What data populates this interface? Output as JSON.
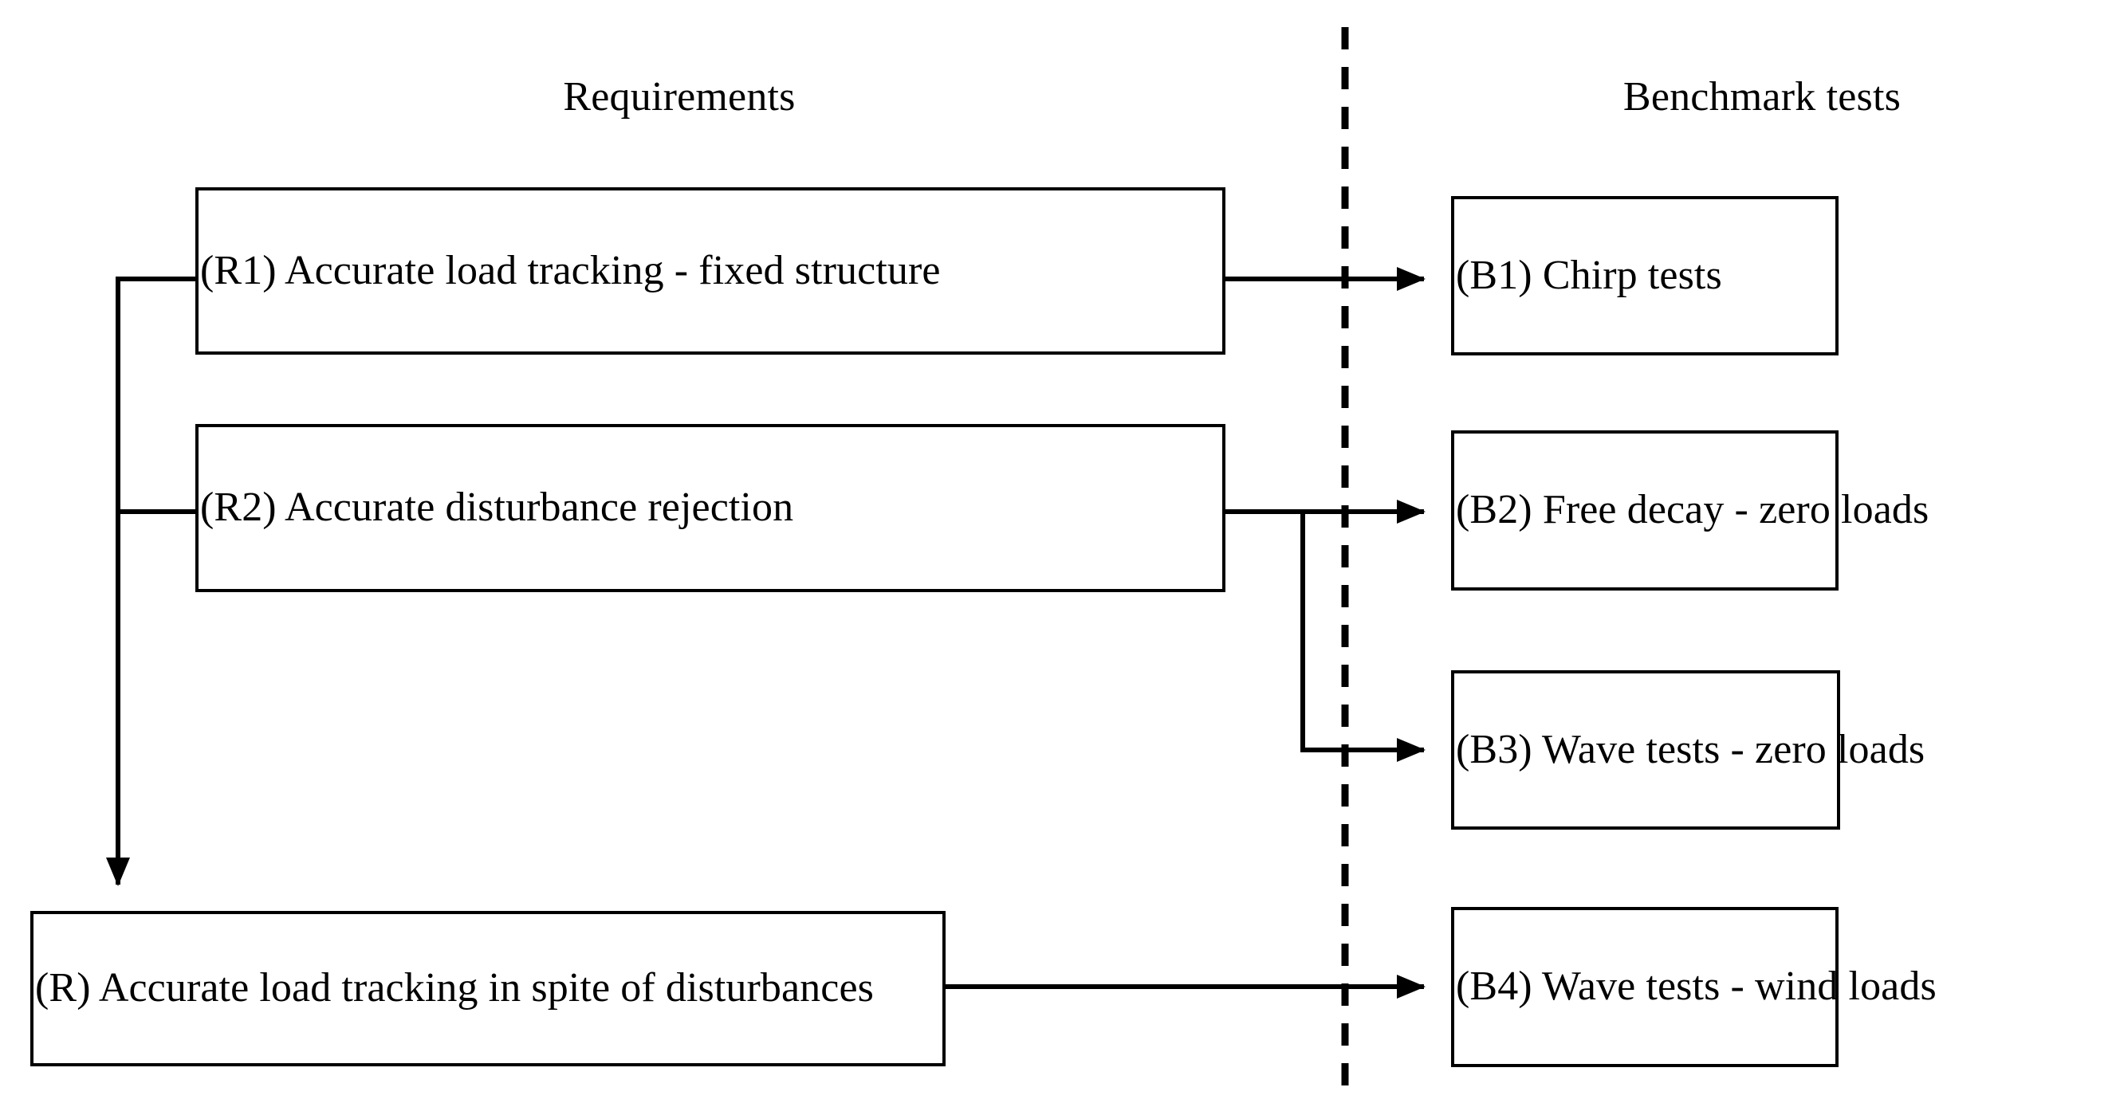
{
  "diagram": {
    "title": "Requirements traceability to benchmark tests",
    "columns": [
      {
        "id": "requirements",
        "label": "Requirements"
      },
      {
        "id": "benchmark-tests",
        "label": "Benchmark tests"
      }
    ],
    "divider": {
      "style": "dashed",
      "orientation": "vertical",
      "color": "#000000"
    },
    "colors": {
      "stroke": "#000000",
      "fill": "#ffffff",
      "background": "#ffffff"
    },
    "requirements": [
      {
        "id": "R1",
        "tag": "(R1)",
        "label": "(R1) Accurate load tracking - fixed structure"
      },
      {
        "id": "R2",
        "tag": "(R2)",
        "label": "(R2) Accurate disturbance rejection"
      },
      {
        "id": "R",
        "tag": "(R)",
        "label": "(R) Accurate load tracking in spite of disturbances"
      }
    ],
    "benchmark_tests": [
      {
        "id": "B1",
        "tag": "(B1)",
        "label": "(B1) Chirp tests"
      },
      {
        "id": "B2",
        "tag": "(B2)",
        "label": "(B2) Free decay - zero loads"
      },
      {
        "id": "B3",
        "tag": "(B3)",
        "label": "(B3) Wave tests - zero loads"
      },
      {
        "id": "B4",
        "tag": "(B4)",
        "label": "(B4) Wave tests - wind loads"
      }
    ],
    "edges": [
      {
        "id": "e-r1-b1",
        "from": "R1",
        "to": "B1",
        "arrow": true
      },
      {
        "id": "e-r2-b2",
        "from": "R2",
        "to": "B2",
        "arrow": true
      },
      {
        "id": "e-r2-b3",
        "from": "R2",
        "to": "B3",
        "arrow": true
      },
      {
        "id": "e-r-b4",
        "from": "R",
        "to": "B4",
        "arrow": true
      },
      {
        "id": "e-r1-r",
        "from": "R1",
        "to": "R",
        "arrow": true
      },
      {
        "id": "e-r2-r",
        "from": "R2",
        "to": "R",
        "arrow": false
      }
    ]
  }
}
